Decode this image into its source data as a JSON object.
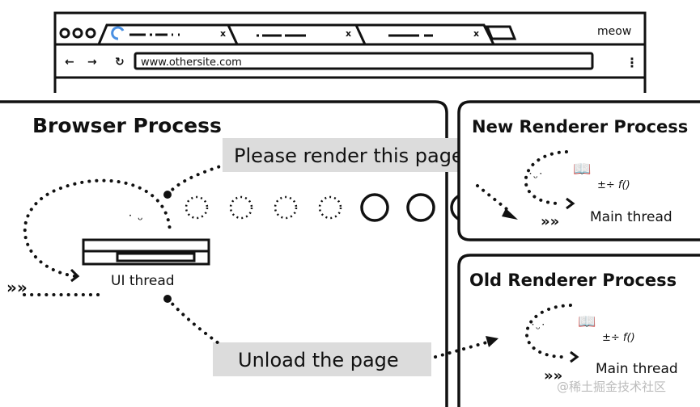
{
  "browser_window": {
    "tabs": [
      {
        "close_label": "x"
      },
      {
        "close_label": "x"
      },
      {
        "close_label": "x"
      }
    ],
    "profile_label": "meow",
    "url": "www.othersite.com",
    "nav_icons": [
      "back-arrow-icon",
      "forward-arrow-icon",
      "reload-icon",
      "menu-dots-icon"
    ]
  },
  "browser_process": {
    "title": "Browser Process",
    "ui_thread_label": "UI thread",
    "message_render": "Please render this page",
    "message_unload": "Unload the page"
  },
  "new_renderer": {
    "title": "New Renderer Process",
    "thread_label": "Main thread"
  },
  "old_renderer": {
    "title": "Old Renderer Process",
    "thread_label": "Main thread"
  },
  "watermark": "@稀土掘金技术社区",
  "colors": {
    "stroke": "#111111",
    "label_bg": "#dcdcdc",
    "loading_spinner": "#4a90e2"
  }
}
